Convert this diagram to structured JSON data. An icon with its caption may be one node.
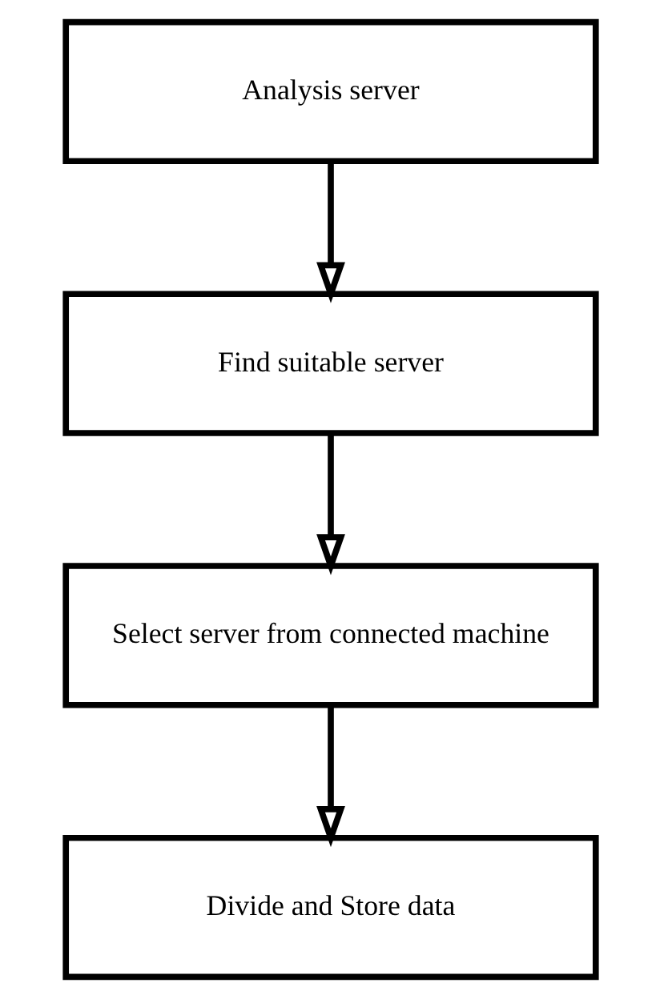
{
  "diagram": {
    "nodes": [
      {
        "text": [
          "Analysis server"
        ]
      },
      {
        "text": [
          "Find suitable server"
        ]
      },
      {
        "text": [
          "Select server from connected machine"
        ]
      },
      {
        "text": [
          "Divide and Store data"
        ]
      }
    ],
    "edges": [
      {
        "from": 0,
        "to": 1,
        "arrow": "to"
      },
      {
        "from": 1,
        "to": 2,
        "arrow": "to"
      },
      {
        "from": 2,
        "to": 3,
        "arrow": "to"
      }
    ]
  }
}
